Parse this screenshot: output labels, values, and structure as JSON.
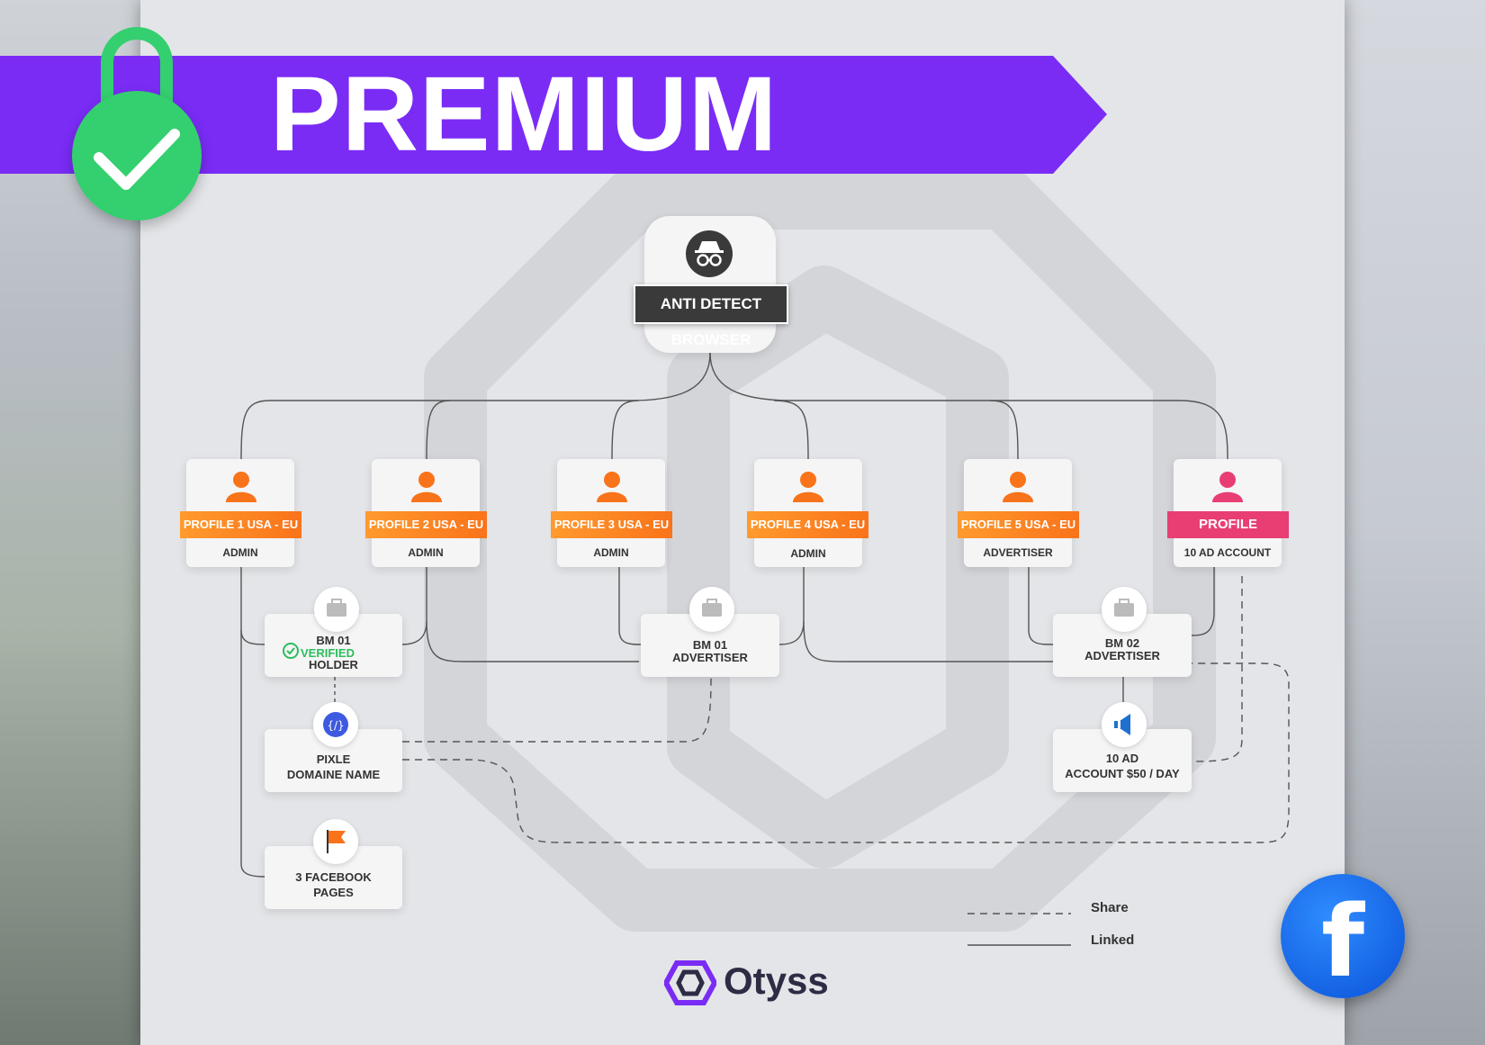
{
  "banner": {
    "title": "PREMIUM",
    "color": "#7a2cf5"
  },
  "root": {
    "label": "ANTI DETECT BROWSER",
    "icon": "incognito-icon"
  },
  "profiles": [
    {
      "tag": "PROFILE 1 USA - EU",
      "role": "ADMIN",
      "color": "#f9731a"
    },
    {
      "tag": "PROFILE 2 USA - EU",
      "role": "ADMIN",
      "color": "#f9731a"
    },
    {
      "tag": "PROFILE 3 USA - EU",
      "role": "ADMIN",
      "color": "#f9731a"
    },
    {
      "tag": "PROFILE 4 USA - EU",
      "role": "ADMIN",
      "color": "#f9731a"
    },
    {
      "tag": "PROFILE 5 USA - EU",
      "role": "ADVERTISER",
      "color": "#f9731a"
    },
    {
      "tag": "PROFILE",
      "role": "10 AD ACCOUNT",
      "color": "#e83e74"
    }
  ],
  "nodes": {
    "bm01_holder": {
      "line1": "BM 01",
      "verified": "VERIFIED",
      "line3": "HOLDER"
    },
    "bm01_advertiser": {
      "line1": "BM 01",
      "line2": "ADVERTISER"
    },
    "bm02_advertiser": {
      "line1": "BM 02",
      "line2": "ADVERTISER"
    },
    "pixle": {
      "line1": "PIXLE",
      "line2": "DOMAINE NAME"
    },
    "ad_account": {
      "line1": "10 AD",
      "line2": "ACCOUNT $50 / DAY"
    },
    "fb_pages": {
      "line1": "3 FACEBOOK",
      "line2": "PAGES"
    }
  },
  "legend": {
    "share": "Share",
    "linked": "Linked"
  },
  "brand": {
    "name": "Otyss"
  },
  "social": {
    "icon": "facebook-icon",
    "letter": "f"
  }
}
